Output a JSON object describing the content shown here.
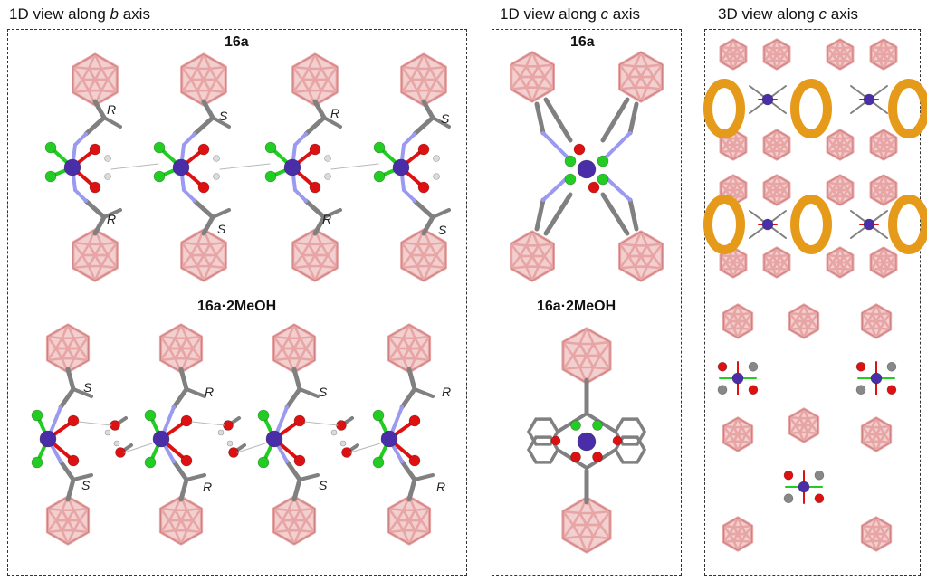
{
  "headings": {
    "left": {
      "prefix": "1D view along ",
      "axis": "b",
      "suffix": " axis"
    },
    "middle": {
      "prefix": "1D view along ",
      "axis": "c",
      "suffix": " axis"
    },
    "right": {
      "prefix": "3D view along ",
      "axis": "c",
      "suffix": " axis"
    }
  },
  "panel_labels": {
    "left_top": "16a",
    "left_bottom": "16a·2MeOH",
    "middle_top": "16a",
    "middle_bottom": "16a·2MeOH"
  },
  "chirality": {
    "top_row": [
      "R",
      "S",
      "R",
      "S",
      "R",
      "S",
      "R",
      "S"
    ],
    "bottom_row": [
      "S",
      "R",
      "S",
      "R",
      "S",
      "S",
      "R",
      "R"
    ]
  },
  "colors": {
    "carborane": "#e8a5a5",
    "carborane_edge": "#c77a7a",
    "metal": "#4a2ea8",
    "chloride": "#22cc22",
    "oxygen": "#dd1111",
    "nitrogen": "#9a9af0",
    "carbon": "#808080",
    "hydrogen": "#dcdcdc",
    "channel": "#e69a1a"
  }
}
